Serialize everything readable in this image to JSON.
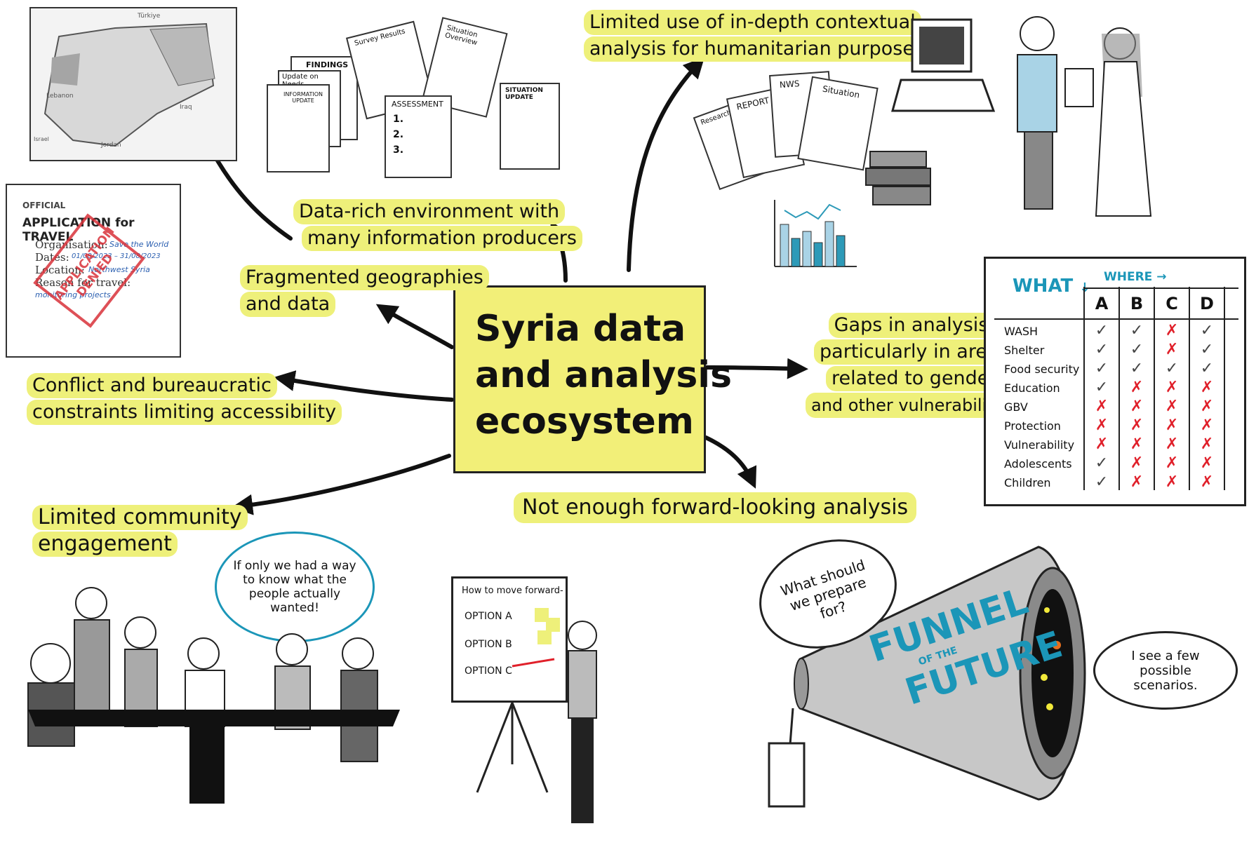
{
  "central": {
    "lines": [
      "Syria data",
      "and analysis",
      "ecosystem"
    ]
  },
  "topics": {
    "contextual": [
      "Limited use of in-depth contextual",
      "analysis for humanitarian purposes"
    ],
    "data_rich": [
      "Data-rich environment with",
      "many information producers"
    ],
    "fragmented": [
      "Fragmented geographies",
      "and data"
    ],
    "conflict": [
      "Conflict and bureaucratic",
      "constraints limiting accessibility"
    ],
    "gaps": [
      "Gaps in analysis,",
      "particularly in areas",
      "related to gender",
      "and other vulnerabilities"
    ],
    "forward": [
      "Not enough forward-looking analysis"
    ],
    "community": [
      "Limited community",
      "engagement"
    ]
  },
  "map": {
    "labels": [
      "Türkiye",
      "Lebanon",
      "Iraq",
      "Jordan",
      "Israel"
    ]
  },
  "documents": {
    "findings": "FINDINGS",
    "update_needs": "Update on Needs",
    "info_update": "INFORMATION UPDATE",
    "survey": "Survey Results",
    "situation_overview": "Situation Overview",
    "assessment": "ASSESSMENT",
    "assessment_items": [
      "1.",
      "2.",
      "3."
    ],
    "situation_update": "SITUATION UPDATE",
    "research": "Research",
    "report": "REPORT",
    "news": "NWS",
    "situation": "Situation"
  },
  "travel_form": {
    "official": "OFFICIAL",
    "title": "APPLICATION for TRAVEL",
    "fields": [
      "Organisation:",
      "Dates:",
      "Location:",
      "Reason for travel:"
    ],
    "values": [
      "Save the World",
      "01/08/2023 – 31/08/2023",
      "Northwest Syria",
      "monitoring projects"
    ],
    "stamp": [
      "APPLICATION",
      "DENIED"
    ]
  },
  "matrix": {
    "what": "WHAT",
    "where": "WHERE",
    "columns": [
      "A",
      "B",
      "C",
      "D"
    ],
    "rows": [
      {
        "label": "WASH",
        "cells": [
          "ok",
          "ok",
          "no",
          "ok"
        ]
      },
      {
        "label": "Shelter",
        "cells": [
          "ok",
          "ok",
          "no",
          "ok"
        ]
      },
      {
        "label": "Food security",
        "cells": [
          "ok",
          "ok",
          "ok",
          "ok"
        ]
      },
      {
        "label": "Education",
        "cells": [
          "ok",
          "no",
          "no",
          "no"
        ]
      },
      {
        "label": "GBV",
        "cells": [
          "no",
          "no",
          "no",
          "no"
        ]
      },
      {
        "label": "Protection",
        "cells": [
          "no",
          "no",
          "no",
          "no"
        ]
      },
      {
        "label": "Vulnerability",
        "cells": [
          "no",
          "no",
          "no",
          "no"
        ]
      },
      {
        "label": "Adolescents",
        "cells": [
          "ok",
          "no",
          "no",
          "no"
        ]
      },
      {
        "label": "Children",
        "cells": [
          "ok",
          "no",
          "no",
          "no"
        ]
      }
    ],
    "symbols": {
      "ok": "✓",
      "no": "✗"
    }
  },
  "speech": {
    "community": "If only we had a way to know what the people actually wanted!",
    "prepare": "What should we prepare for?",
    "scenarios": "I see a few possible scenarios."
  },
  "flipchart": {
    "title": "How to move forward-",
    "options": [
      "OPTION A",
      "OPTION B",
      "OPTION C"
    ]
  },
  "funnel": {
    "lines": [
      "FUNNEL",
      "OF THE",
      "FUTURE"
    ]
  },
  "colors": {
    "highlight": "#eef07a",
    "central": "#f2ef78",
    "accent_blue": "#1b96b8",
    "cross_red": "#e0202a"
  }
}
